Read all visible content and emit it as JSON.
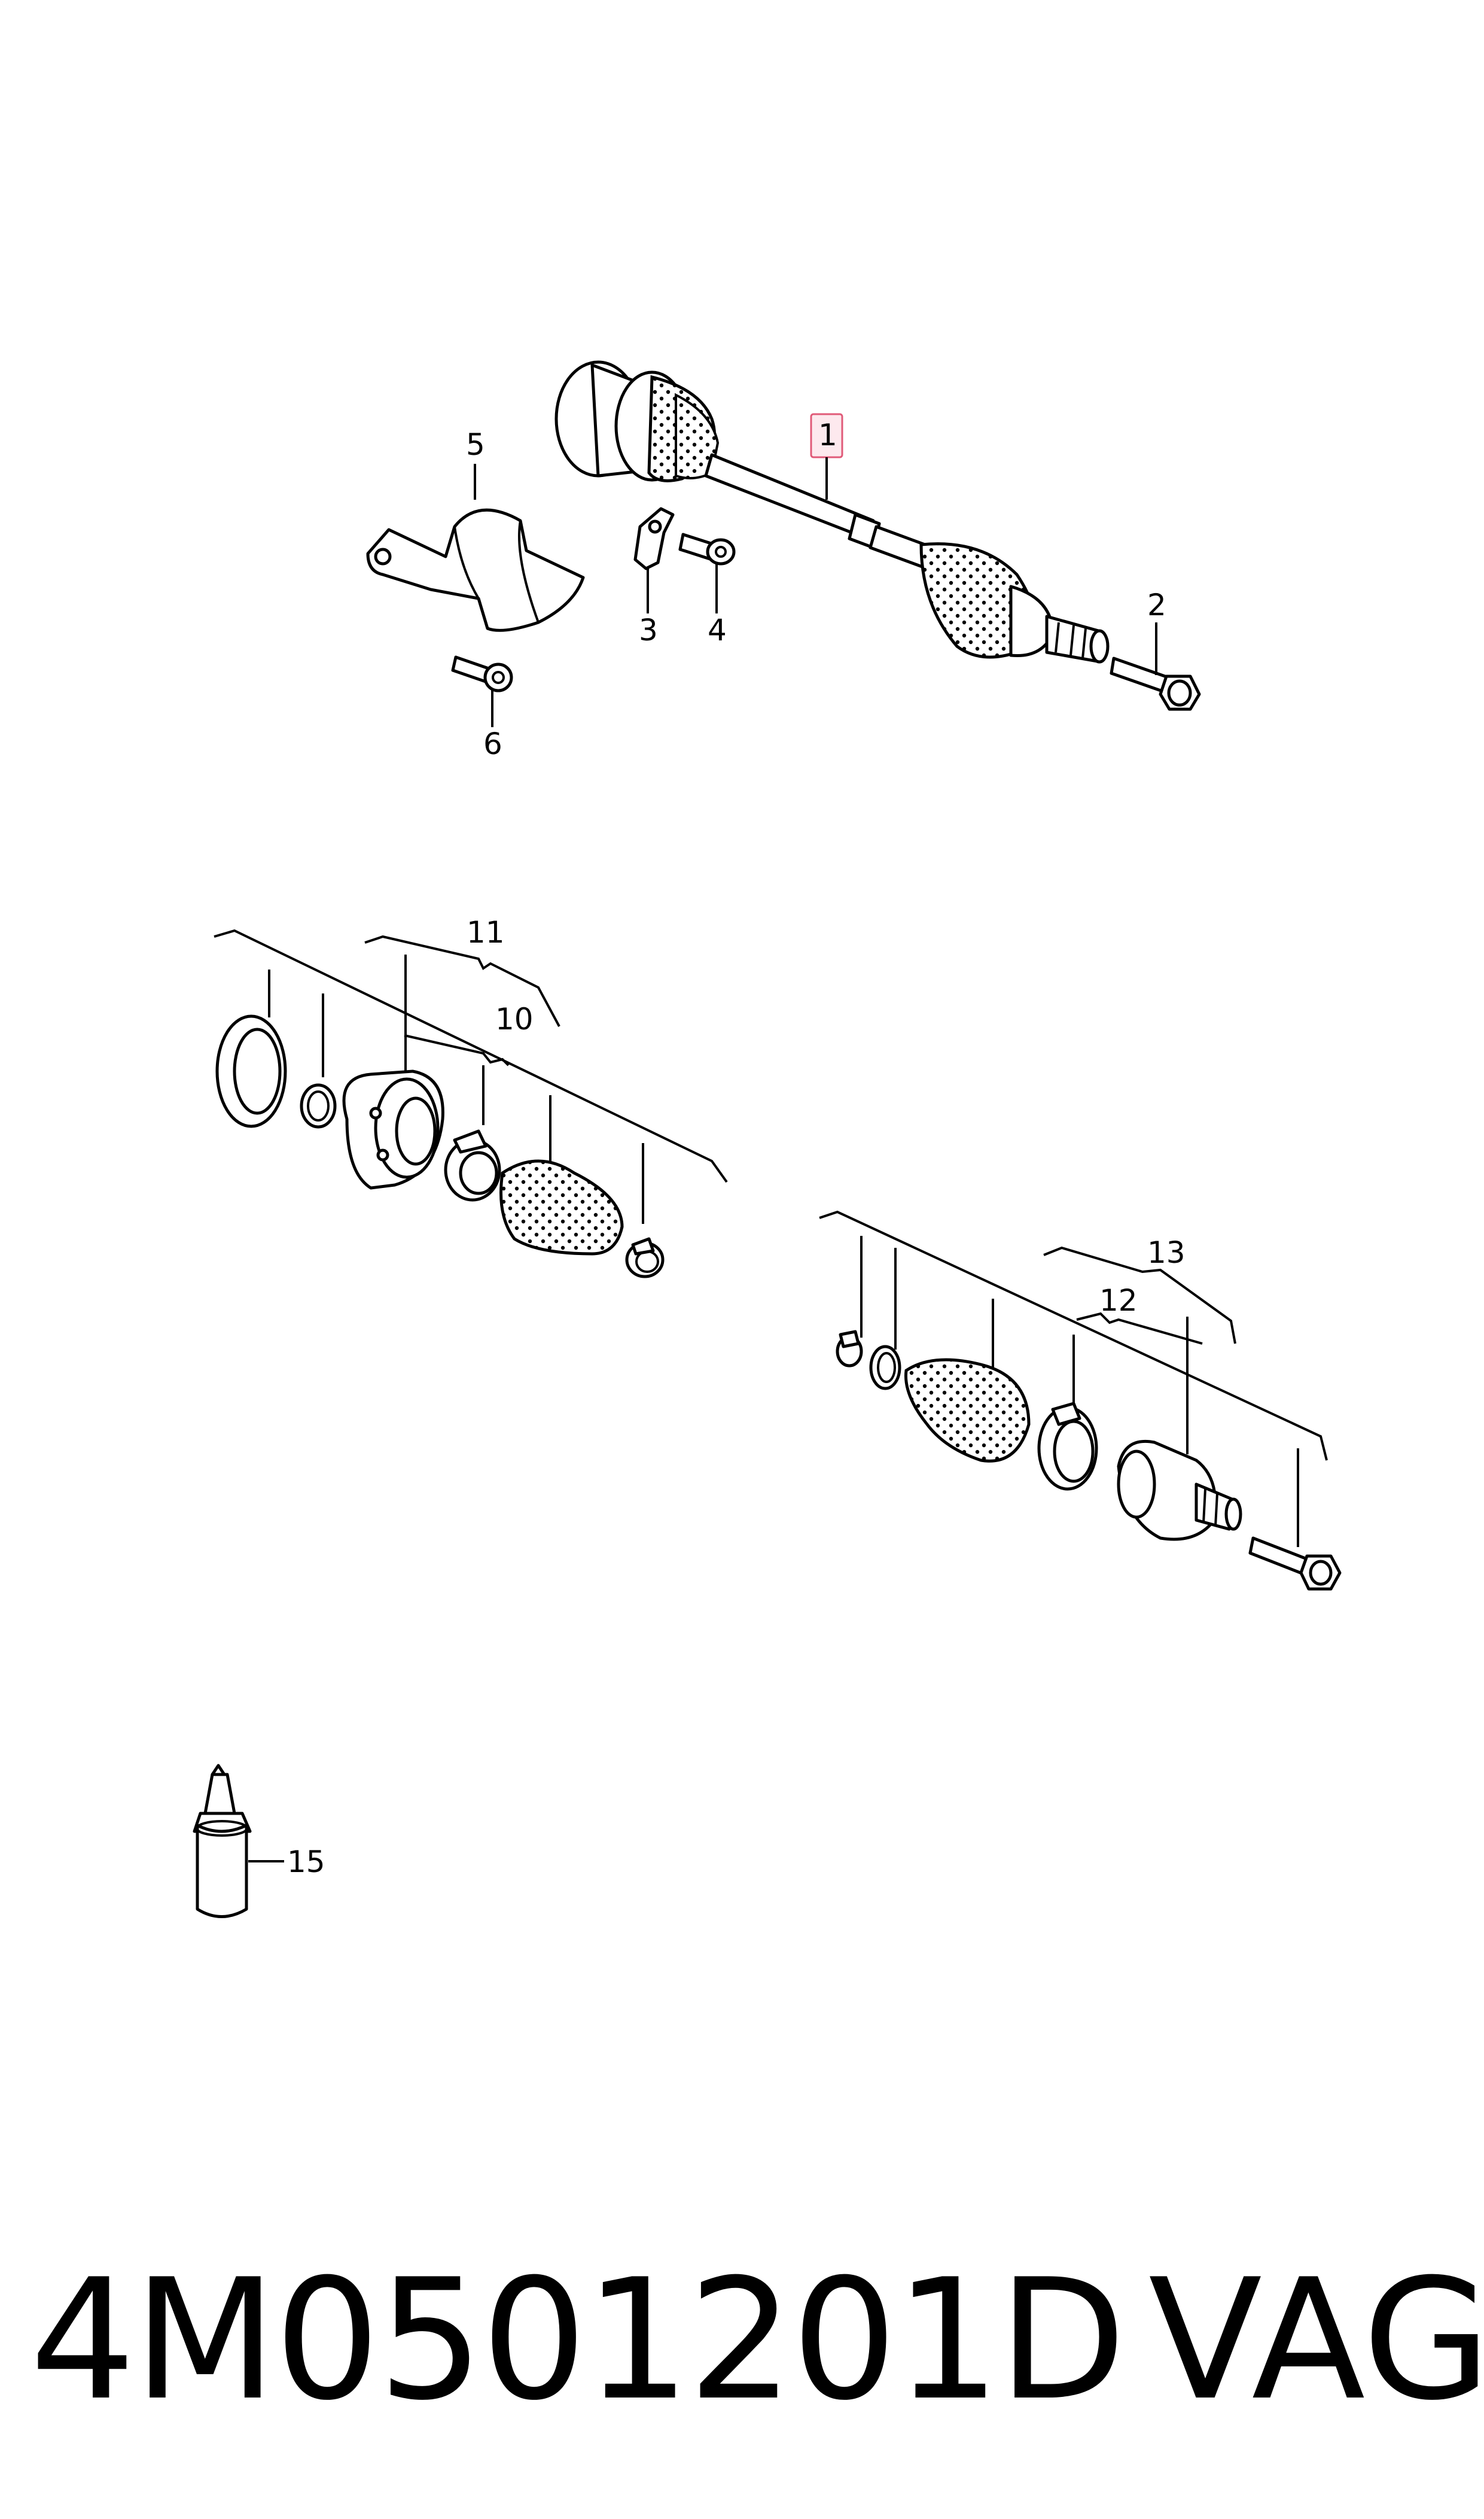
{
  "callouts": {
    "c1": "1",
    "c2": "2",
    "c3": "3",
    "c4": "4",
    "c5": "5",
    "c6": "6",
    "c10": "10",
    "c11": "11",
    "c12": "12",
    "c13": "13",
    "c15": "15"
  },
  "highlight_color": "#e05a78",
  "footer": {
    "part_number": "4M0501201D",
    "brand": "VAG"
  }
}
